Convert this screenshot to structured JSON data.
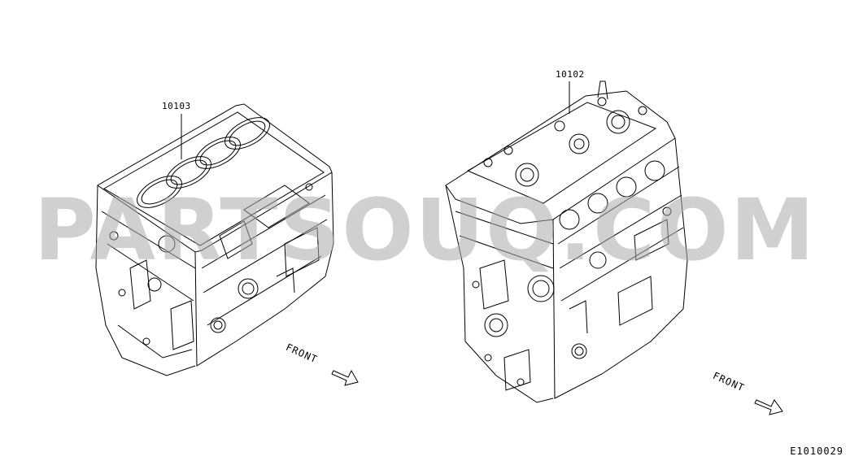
{
  "parts": [
    {
      "id": "block",
      "number": "10103"
    },
    {
      "id": "engine",
      "number": "10102"
    }
  ],
  "front_labels": [
    "FRONT",
    "FRONT"
  ],
  "figure_id": "E1010029",
  "watermark": "PARTSOUQ.COM",
  "colors": {
    "line": "#000000",
    "watermark": "#aaaaaa",
    "background": "#ffffff"
  }
}
